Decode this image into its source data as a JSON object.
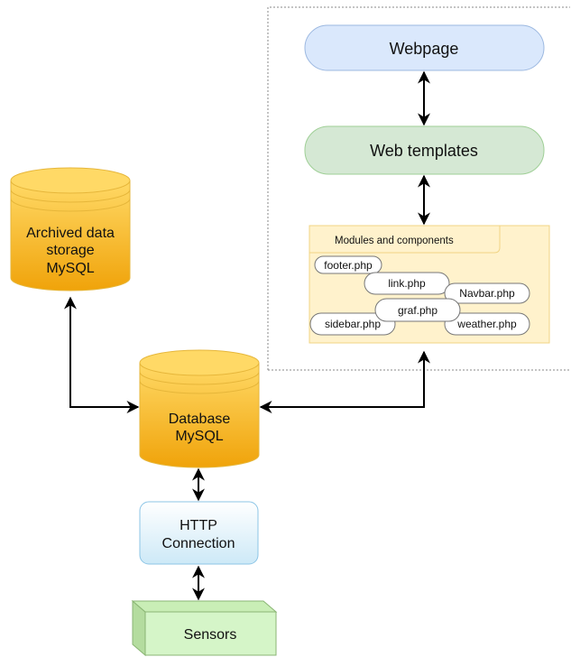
{
  "nodes": {
    "webpage": "Webpage",
    "web_templates": "Web templates",
    "modules_title": "Modules and  components",
    "archive": [
      "Archived data",
      "storage",
      "MySQL"
    ],
    "database": [
      "Database",
      "MySQL"
    ],
    "http": [
      "HTTP",
      "Connection"
    ],
    "sensors": "Sensors"
  },
  "files": {
    "footer": "footer.php",
    "link": "link.php",
    "navbar": "Navbar.php",
    "graf": "graf.php",
    "sidebar": "sidebar.php",
    "weather": "weather.php"
  },
  "colors": {
    "webpage_fill": "#dae8fc",
    "webpage_stroke": "#9cb8e0",
    "templates_fill": "#d5e8d4",
    "templates_stroke": "#9fcf96",
    "modules_fill": "#fff2cc",
    "modules_stroke": "#f0d484",
    "cylinder_top": "#ffd966",
    "cylinder_bottom": "#f0a30a",
    "http_fill": "#dff2fb",
    "http_stroke": "#8cc5e6",
    "sensors_fill": "#d5f5c8",
    "sensors_stroke": "#8ab574",
    "arrow": "#000000"
  }
}
